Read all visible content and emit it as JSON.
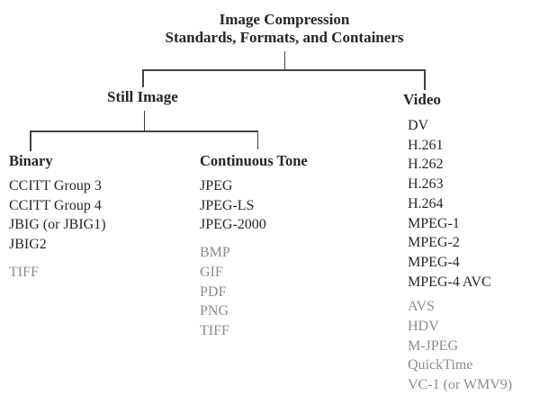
{
  "title": {
    "line1": "Image Compression",
    "line2": "Standards, Formats, and Containers"
  },
  "colors": {
    "text_dark": "#2a2425",
    "text_gray": "#8f8b89",
    "line": "#474040",
    "background": "#ffffff"
  },
  "tree": {
    "still_image": {
      "label": "Still Image",
      "binary": {
        "label": "Binary",
        "items": [
          "CCITT Group 3",
          "CCITT Group 4",
          "JBIG (or JBIG1)",
          "JBIG2"
        ],
        "items_gray": [
          "TIFF"
        ]
      },
      "continuous_tone": {
        "label": "Continuous Tone",
        "items": [
          "JPEG",
          "JPEG-LS",
          "JPEG-2000"
        ],
        "items_gray": [
          "BMP",
          "GIF",
          "PDF",
          "PNG",
          "TIFF"
        ]
      }
    },
    "video": {
      "label": "Video",
      "items": [
        "DV",
        "H.261",
        "H.262",
        "H.263",
        "H.264",
        "MPEG-1",
        "MPEG-2",
        "MPEG-4",
        "MPEG-4 AVC"
      ],
      "items_gray": [
        "AVS",
        "HDV",
        "M-JPEG",
        "QuickTime",
        "VC-1 (or WMV9)"
      ]
    }
  }
}
